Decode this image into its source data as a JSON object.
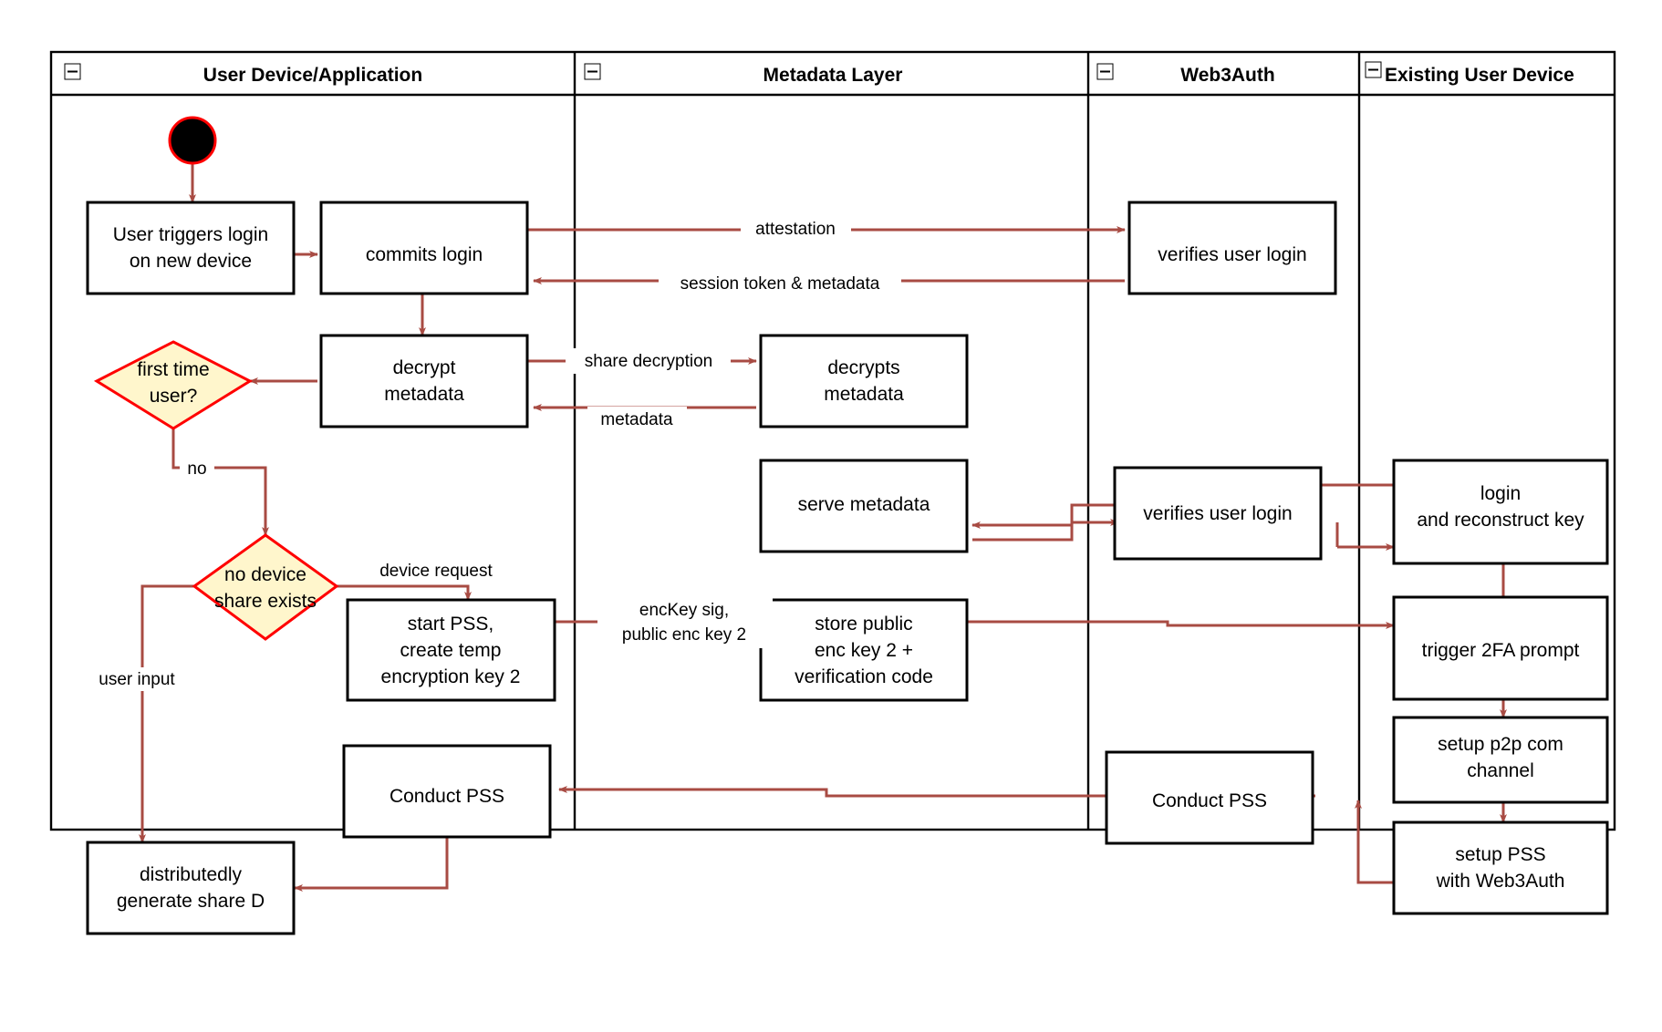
{
  "diagram": {
    "title": "Web3Auth new-device login / PSS swimlane flowchart",
    "type": "swimlane-activity-diagram",
    "colors": {
      "lane_border": "#000000",
      "node_border": "#000000",
      "node_fill": "#ffffff",
      "decision_border": "#ff0000",
      "decision_fill": "#fff6cc",
      "edge": "#a84b43",
      "start_node_fill": "#000000",
      "start_node_border": "#ff0000",
      "text": "#000000"
    },
    "lanes": [
      {
        "id": "lane-user-device",
        "label": "User Device/Application",
        "collapse_icon": "minus-box-icon"
      },
      {
        "id": "lane-metadata",
        "label": "Metadata Layer",
        "collapse_icon": "minus-box-icon"
      },
      {
        "id": "lane-web3auth",
        "label": "Web3Auth",
        "collapse_icon": "minus-box-icon"
      },
      {
        "id": "lane-existing-device",
        "label": "Existing User Device",
        "collapse_icon": "minus-box-icon"
      }
    ],
    "nodes": [
      {
        "id": "start",
        "lane": "lane-user-device",
        "shape": "initial-node",
        "label": ""
      },
      {
        "id": "n-user-triggers",
        "lane": "lane-user-device",
        "shape": "rect",
        "label": "User triggers login\non new device"
      },
      {
        "id": "n-commits-login",
        "lane": "lane-user-device",
        "shape": "rect",
        "label": "commits login"
      },
      {
        "id": "n-decrypt-metadata",
        "lane": "lane-user-device",
        "shape": "rect",
        "label": "decrypt\nmetadata"
      },
      {
        "id": "n-first-time-user",
        "lane": "lane-user-device",
        "shape": "decision",
        "label": "first time\nuser?"
      },
      {
        "id": "n-no-device-share",
        "lane": "lane-user-device",
        "shape": "decision",
        "label": "no device\nshare exists"
      },
      {
        "id": "n-start-pss",
        "lane": "lane-user-device",
        "shape": "rect",
        "label": "start PSS,\ncreate temp\nencryption key 2"
      },
      {
        "id": "n-conduct-pss-user",
        "lane": "lane-user-device",
        "shape": "rect",
        "label": "Conduct PSS"
      },
      {
        "id": "n-distributedly-generate",
        "lane": "lane-user-device",
        "shape": "rect",
        "label": "distributedly\ngenerate share D"
      },
      {
        "id": "n-decrypts-metadata",
        "lane": "lane-metadata",
        "shape": "rect",
        "label": "decrypts\nmetadata"
      },
      {
        "id": "n-serve-metadata",
        "lane": "lane-metadata",
        "shape": "rect",
        "label": "serve metadata"
      },
      {
        "id": "n-store-public-enc",
        "lane": "lane-metadata",
        "shape": "rect",
        "label": "store public\nenc key 2 +\nverification code"
      },
      {
        "id": "n-verifies-login-1",
        "lane": "lane-web3auth",
        "shape": "rect",
        "label": "verifies user login"
      },
      {
        "id": "n-verifies-login-2",
        "lane": "lane-web3auth",
        "shape": "rect",
        "label": "verifies user login"
      },
      {
        "id": "n-conduct-pss-w3a",
        "lane": "lane-web3auth",
        "shape": "rect",
        "label": "Conduct PSS"
      },
      {
        "id": "n-login-reconstruct",
        "lane": "lane-existing-device",
        "shape": "rect",
        "label": "login\nand reconstruct key"
      },
      {
        "id": "n-trigger-2fa",
        "lane": "lane-existing-device",
        "shape": "rect",
        "label": "trigger 2FA prompt"
      },
      {
        "id": "n-setup-p2p",
        "lane": "lane-existing-device",
        "shape": "rect",
        "label": "setup p2p com\nchannel"
      },
      {
        "id": "n-setup-pss",
        "lane": "lane-existing-device",
        "shape": "rect",
        "label": "setup PSS\nwith Web3Auth"
      }
    ],
    "edges": [
      {
        "from": "start",
        "to": "n-user-triggers",
        "label": ""
      },
      {
        "from": "n-user-triggers",
        "to": "n-commits-login",
        "label": ""
      },
      {
        "from": "n-commits-login",
        "to": "n-verifies-login-1",
        "label": "attestation"
      },
      {
        "from": "n-verifies-login-1",
        "to": "n-commits-login",
        "label": "session token & metadata"
      },
      {
        "from": "n-commits-login",
        "to": "n-decrypt-metadata",
        "label": ""
      },
      {
        "from": "n-decrypt-metadata",
        "to": "n-decrypts-metadata",
        "label": "share decryption"
      },
      {
        "from": "n-decrypts-metadata",
        "to": "n-decrypt-metadata",
        "label": "metadata"
      },
      {
        "from": "n-decrypt-metadata",
        "to": "n-first-time-user",
        "label": ""
      },
      {
        "from": "n-first-time-user",
        "to": "n-no-device-share",
        "label": "no"
      },
      {
        "from": "n-no-device-share",
        "to": "n-start-pss",
        "label": "device request"
      },
      {
        "from": "n-no-device-share",
        "to": "n-distributedly-generate",
        "label": "user input"
      },
      {
        "from": "n-start-pss",
        "to": "n-store-public-enc",
        "label": "encKey sig,\npublic enc key 2"
      },
      {
        "from": "n-store-public-enc",
        "to": "n-trigger-2fa",
        "label": ""
      },
      {
        "from": "n-login-reconstruct",
        "to": "n-verifies-login-2",
        "label": ""
      },
      {
        "from": "n-verifies-login-2",
        "to": "n-serve-metadata",
        "label": ""
      },
      {
        "from": "n-serve-metadata",
        "to": "n-verifies-login-2",
        "label": ""
      },
      {
        "from": "n-verifies-login-2",
        "to": "n-login-reconstruct",
        "label": ""
      },
      {
        "from": "n-login-reconstruct",
        "to": "n-trigger-2fa",
        "label": ""
      },
      {
        "from": "n-trigger-2fa",
        "to": "n-setup-p2p",
        "label": ""
      },
      {
        "from": "n-setup-p2p",
        "to": "n-setup-pss",
        "label": ""
      },
      {
        "from": "n-setup-pss",
        "to": "n-conduct-pss-w3a",
        "label": ""
      },
      {
        "from": "n-conduct-pss-w3a",
        "to": "n-conduct-pss-user",
        "label": ""
      },
      {
        "from": "n-conduct-pss-user",
        "to": "n-distributedly-generate",
        "label": ""
      }
    ],
    "labels": {
      "lane_user_device": "User Device/Application",
      "lane_metadata": "Metadata Layer",
      "lane_web3auth": "Web3Auth",
      "lane_existing_device": "Existing User Device",
      "n_user_triggers_l1": "User triggers login",
      "n_user_triggers_l2": "on new device",
      "n_commits_login": "commits login",
      "n_decrypt_metadata_l1": "decrypt",
      "n_decrypt_metadata_l2": "metadata",
      "n_first_time_user_l1": "first time",
      "n_first_time_user_l2": "user?",
      "n_no_device_share_l1": "no device",
      "n_no_device_share_l2": "share exists",
      "n_start_pss_l1": "start PSS,",
      "n_start_pss_l2": "create temp",
      "n_start_pss_l3": "encryption key 2",
      "n_conduct_pss_user": "Conduct PSS",
      "n_distributedly_l1": "distributedly",
      "n_distributedly_l2": "generate share D",
      "n_decrypts_metadata_l1": "decrypts",
      "n_decrypts_metadata_l2": "metadata",
      "n_serve_metadata": "serve metadata",
      "n_store_public_enc_l1": "store public",
      "n_store_public_enc_l2": "enc key 2 +",
      "n_store_public_enc_l3": "verification code",
      "n_verifies_login_1": "verifies user login",
      "n_verifies_login_2": "verifies user login",
      "n_conduct_pss_w3a": "Conduct PSS",
      "n_login_reconstruct_l1": "login",
      "n_login_reconstruct_l2": "and reconstruct key",
      "n_trigger_2fa": "trigger 2FA prompt",
      "n_setup_p2p_l1": "setup p2p com",
      "n_setup_p2p_l2": "channel",
      "n_setup_pss_l1": "setup PSS",
      "n_setup_pss_l2": "with Web3Auth",
      "e_attestation": "attestation",
      "e_session_token": "session token & metadata",
      "e_share_decryption": "share decryption",
      "e_metadata": "metadata",
      "e_no": "no",
      "e_device_request": "device request",
      "e_user_input": "user input",
      "e_enckey_sig_l1": "encKey sig,",
      "e_enckey_sig_l2": "public enc key 2"
    }
  }
}
